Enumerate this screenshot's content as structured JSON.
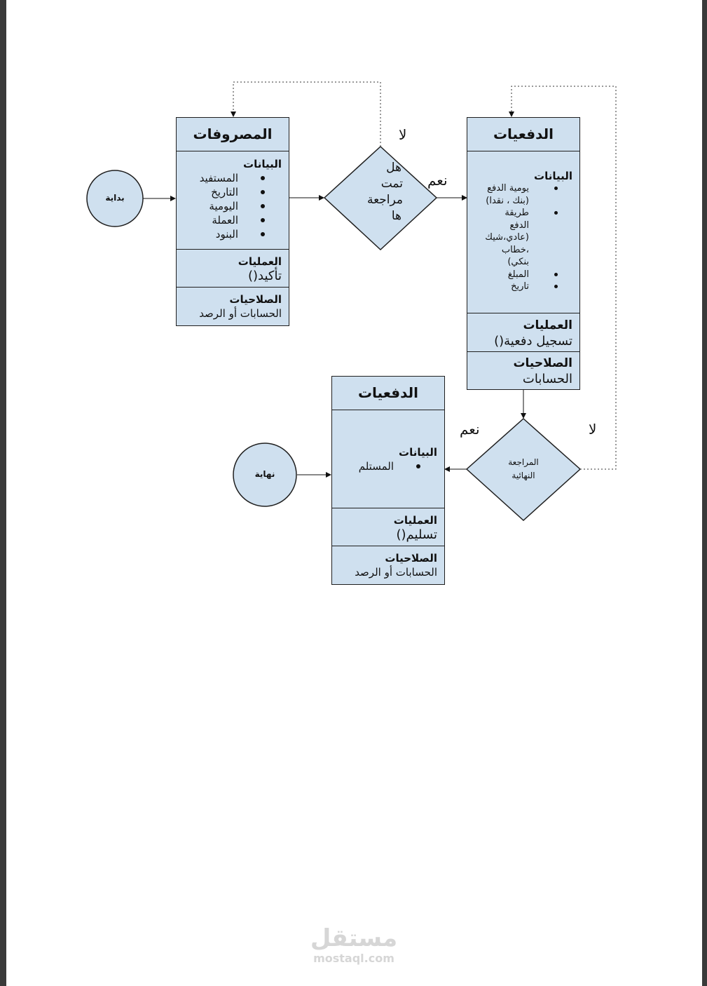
{
  "start_label": "بداية",
  "end_label": "نهاية",
  "expenses_box": {
    "title": "المصروفات",
    "data_heading": "البيانات",
    "data_items": [
      "المستفيد",
      "التاريخ",
      "اليومية",
      "العملة",
      "البنود"
    ],
    "ops_heading": "العمليات",
    "ops_value": "تأكيد()",
    "perm_heading": "الصلاحيات",
    "perm_value": "الحسابات أو الرصد"
  },
  "review_decision": {
    "lines": [
      "هل",
      "تمت",
      "مراجعة",
      "ها"
    ],
    "no_label": "لا",
    "yes_label": "نعم"
  },
  "payments_box": {
    "title": "الدفعيات",
    "data_heading": "البيانات",
    "data_items": [
      [
        "يومية الدفع",
        "(بنك ، نقدا)"
      ],
      [
        "طريقة",
        "الدفع",
        "(عادي،شيك",
        "،خطاب",
        "بنكي)"
      ],
      [
        "المبلغ"
      ],
      [
        "تاريخ"
      ]
    ],
    "ops_heading": "العمليات",
    "ops_value": "تسجيل دفعية()",
    "perm_heading": "الصلاحيات",
    "perm_value": "الحسابات"
  },
  "final_decision": {
    "lines": [
      "المراجعة",
      "النهائية"
    ],
    "no_label": "لا",
    "yes_label": "نعم"
  },
  "delivery_box": {
    "title": "الدفعيات",
    "data_heading": "البيانات",
    "data_items": [
      "المستلم"
    ],
    "ops_heading": "العمليات",
    "ops_value": "تسليم()",
    "perm_heading": "الصلاحيات",
    "perm_value": "الحسابات أو الرصد"
  },
  "watermark": {
    "logo_text": "مستقل",
    "domain": "mostaql.com"
  }
}
